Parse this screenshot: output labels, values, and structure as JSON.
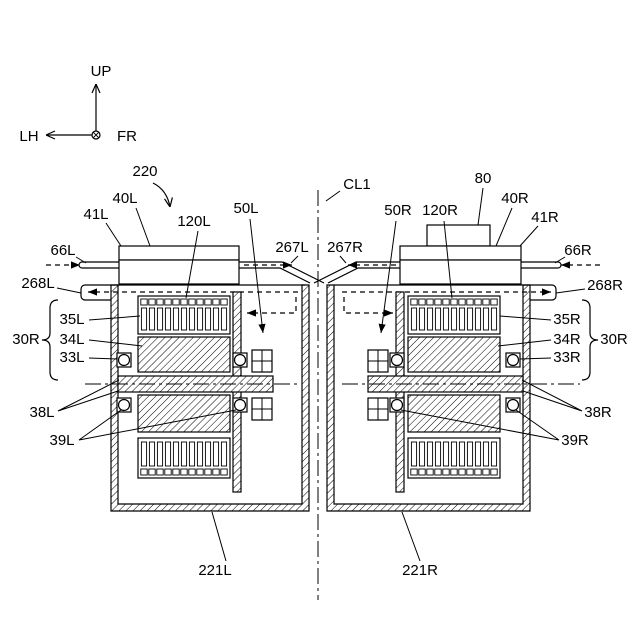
{
  "orientation": {
    "up": "UP",
    "left": "LH",
    "front": "FR"
  },
  "centerline": "CL1",
  "refs": {
    "r220": "220",
    "r80": "80",
    "r41L": "41L",
    "r40L": "40L",
    "r120L": "120L",
    "r50L": "50L",
    "r267L": "267L",
    "r267R": "267R",
    "r50R": "50R",
    "r120R": "120R",
    "r40R": "40R",
    "r41R": "41R",
    "r66L": "66L",
    "r66R": "66R",
    "r268L": "268L",
    "r268R": "268R",
    "r35L": "35L",
    "r34L": "34L",
    "r33L": "33L",
    "r30_left": "30R",
    "r35R": "35R",
    "r34R": "34R",
    "r33R": "33R",
    "r30_right": "30R",
    "r38L": "38L",
    "r39L": "39L",
    "r38R": "38R",
    "r39R": "39R",
    "r221L": "221L",
    "r221R": "221R"
  },
  "colors": {
    "ink": "#000000",
    "paper": "#ffffff"
  }
}
